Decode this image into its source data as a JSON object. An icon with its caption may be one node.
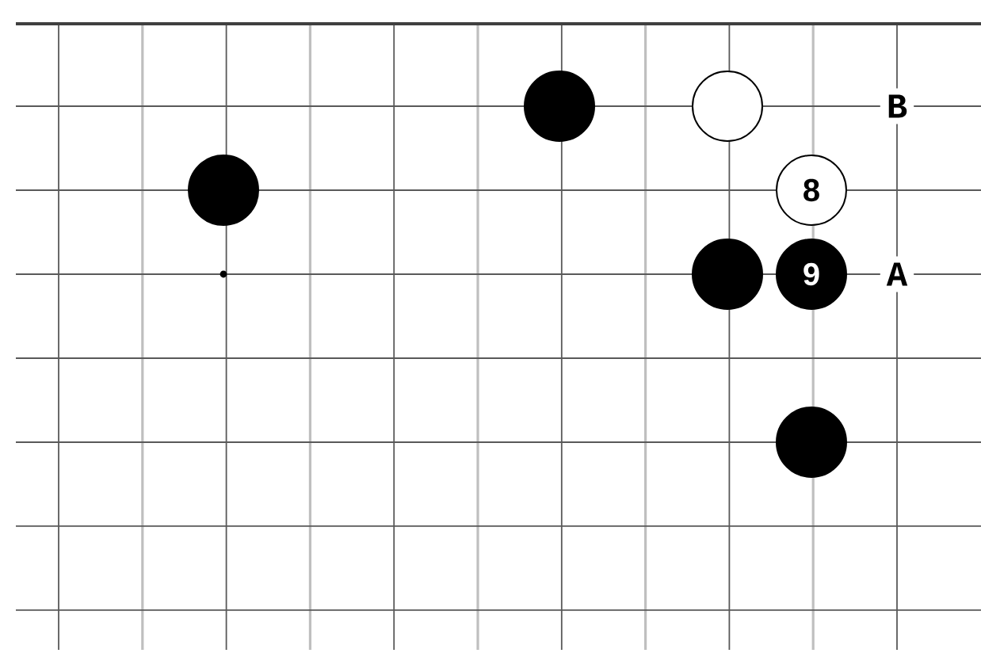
{
  "diagram": {
    "nodes": [
      {
        "text": [],
        "shape": "circle"
      },
      {
        "text": [],
        "shape": "circle"
      },
      {
        "text": [],
        "shape": "circle"
      },
      {
        "text": [
          "8"
        ]
      },
      {
        "text": [],
        "shape": "circle"
      },
      {
        "text": [
          "9"
        ]
      },
      {
        "text": [],
        "shape": "circle"
      }
    ],
    "labels": [
      "B",
      "A"
    ]
  }
}
